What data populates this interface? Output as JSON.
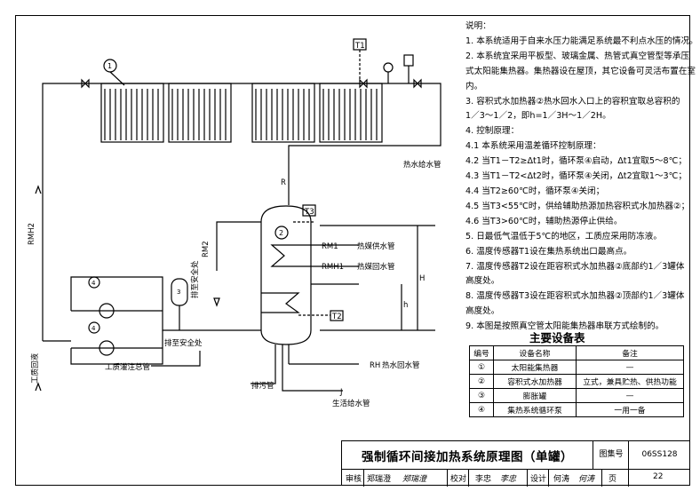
{
  "notes": {
    "heading": "说明：",
    "lines": [
      "1. 本系统适用于自来水压力能满足系统最不利点水压的情况。",
      "2. 本系统宜采用平板型、玻璃金属、热管式真空管型等承压",
      "式太阳能集热器。集热器设在屋顶，其它设备可灵活布置在室",
      "内。",
      "3. 容积式水加热器②热水回水入口上的容积宜取总容积的",
      "1／3～1／2，即h=1／3H～1／2H。",
      "4. 控制原理：",
      "4.1 本系统采用温差循环控制原理：",
      "4.2 当T1－T2≥Δt1时，循环泵④启动，Δt1宜取5～8℃；",
      "4.3 当T1－T2<Δt2时，循环泵④关闭，Δt2宜取1～3℃；",
      "4.4 当T2≥60℃时，循环泵④关闭；",
      "4.5 当T3<55℃时，供给辅助热源加热容积式水加热器②；",
      "4.6 当T3>60℃时，辅助热源停止供给。",
      "5. 日最低气温低于5℃的地区，工质应采用防冻液。",
      "6. 温度传感器T1设在集热系统出口最高点。",
      "7. 温度传感器T2设在距容积式水加热器②底部约1／3罐体",
      "高度处。",
      "8. 温度传感器T3设在距容积式水加热器②顶部约1／3罐体",
      "高度处。",
      "9. 本图是按照真空管太阳能集热器串联方式绘制的。"
    ]
  },
  "equipment_table": {
    "title": "主要设备表",
    "headers": [
      "编号",
      "设备名称",
      "备注"
    ],
    "rows": [
      {
        "no": "①",
        "name": "太阳能集热器",
        "remark": "—"
      },
      {
        "no": "②",
        "name": "容积式水加热器",
        "remark": "立式，兼具贮热、供热功能"
      },
      {
        "no": "③",
        "name": "膨胀罐",
        "remark": "—"
      },
      {
        "no": "④",
        "name": "集热系统循环泵",
        "remark": "一用一备"
      }
    ]
  },
  "title_block": {
    "title": "强制循环间接加热系统原理图（单罐）",
    "atlas_label": "图集号",
    "atlas_no": "06SS128",
    "review_label": "审核",
    "reviewer": "郑瑞澄",
    "check_label": "校对",
    "checker": "李忠",
    "design_label": "设计",
    "designer": "何涛",
    "page_label": "页",
    "page_no": "22"
  },
  "diagram_labels": {
    "t1": "T1",
    "t2": "T2",
    "t3": "T3",
    "rm1": "RM1",
    "rmh1": "RMH1",
    "rmh2": "RMH2",
    "rm2": "RM2",
    "r": "R",
    "rh": "RH",
    "j": "J",
    "h_big": "H",
    "h_small": "h",
    "hot_supply": "热水给水管",
    "coal_supply": "热媒供水管",
    "coal_return": "热媒回水管",
    "hot_return": "热水回水管",
    "life_supply": "生活给水管",
    "drain": "排污管",
    "to_safe_1": "排至安全处",
    "to_safe_2": "排至安全处",
    "fluid_fill": "工质灌注总管",
    "fluid_return": "工质回液",
    "item1": "1",
    "item2": "2",
    "item3": "3",
    "item4": "4"
  },
  "colors": {
    "line": "#000000",
    "paper": "#ffffff"
  }
}
